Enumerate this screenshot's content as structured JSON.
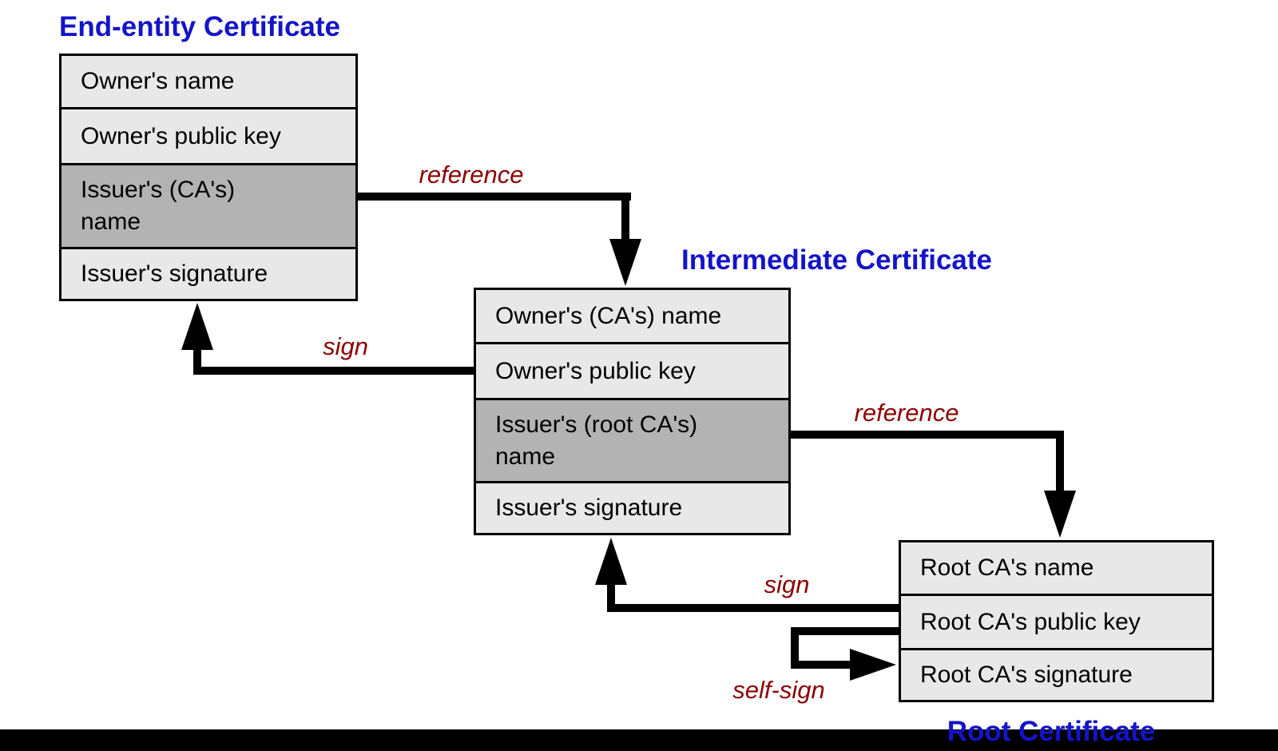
{
  "diagram": {
    "titles": {
      "end_entity": "End-entity Certificate",
      "intermediate": "Intermediate Certificate",
      "root": "Root Certificate"
    },
    "end_entity_rows": {
      "owner_name": "Owner's name",
      "owner_public_key": "Owner's public key",
      "issuer_name": "Issuer's (CA's)\nname",
      "issuer_signature": "Issuer's signature"
    },
    "intermediate_rows": {
      "owner_name": "Owner's (CA's) name",
      "owner_public_key": "Owner's public key",
      "issuer_name": "Issuer's (root CA's)\nname",
      "issuer_signature": "Issuer's signature"
    },
    "root_rows": {
      "name": "Root CA's name",
      "public_key": "Root CA's public key",
      "signature": "Root CA's signature"
    },
    "arrow_labels": {
      "reference_1": "reference",
      "sign_1": "sign",
      "reference_2": "reference",
      "sign_2": "sign",
      "self_sign": "self-sign"
    },
    "colors": {
      "title_blue": "#1414c8",
      "label_dark_red": "#8b0000",
      "row_light_gray": "#e8e8e8",
      "row_highlight_gray": "#b3b3b3",
      "line_black": "#000000",
      "background": "#ffffff"
    }
  }
}
